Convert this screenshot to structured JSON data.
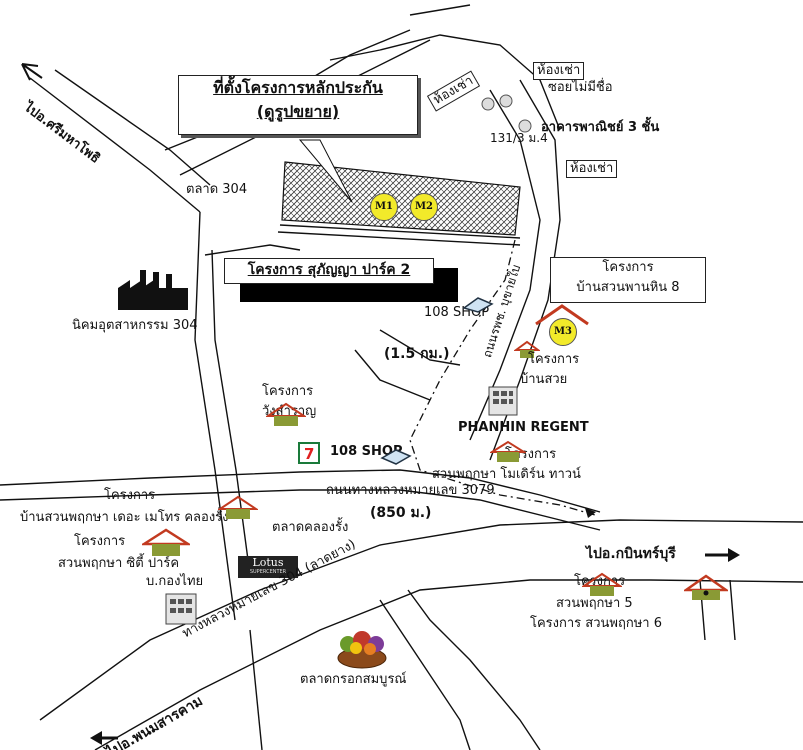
{
  "title_box": {
    "line1": "ที่ตั้งโครงการหลักประกัน",
    "line2": "(ดูรูปขยาย)"
  },
  "markers": {
    "m1": "M1",
    "m2": "M2",
    "m3": "M3"
  },
  "project_name_box": "โครงการ สุภัญญา ปาร์ค 2",
  "project_right_box": {
    "line1": "โครงการ",
    "line2": "บ้านสวนพานหิน 8"
  },
  "labels": {
    "to_sri": "ไปอ.ศรีมหาโพธิ",
    "market_304": "ตลาด 304",
    "industrial": "นิคมอุตสาหกรรม 304",
    "rent1": "ห้องเช่า",
    "rent2": "ห้องเช่า",
    "rent3": "ห้องเช่า",
    "soi_no_name": "ซอยไม่มีชื่อ",
    "commercial": "อาคารพาณิชย์ 3 ชั้น",
    "address": "131/3 ม.4",
    "shop_108_top": "108 SHOP",
    "road_buyai": "ถนนรพช. บุขายใบ",
    "distance_1": "(1.5 กม.)",
    "baan_suay_1": "โครงการ",
    "baan_suay_2": "บ้านสวย",
    "wang_1": "โครงการ",
    "wang_2": "วังสำราญ",
    "phanhin_regent": "PHANHIN REGENT",
    "modern_1": "โครงการ",
    "modern_2": "สวนพฤกษา โมเดิร์น ทาวน์",
    "shop_108_bottom": "108 SHOP",
    "road_3079": "ถนนทางหลวงหมายเลข 3079",
    "distance_2": "(850 ม.)",
    "the_metro_1": "โครงการ",
    "the_metro_2": "บ้านสวนพฤกษา เดอะ เมโทร คลองรั้ง",
    "market_klong": "ตลาดคลองรั้ง",
    "city_park_1": "โครงการ",
    "city_park_2": "สวนพฤกษา ซิตี้ ปาร์ค",
    "to_kabin": "ไปอ.กบินทร์บุรี",
    "lotus": "Lotus",
    "lotus_sub": "SUPERCENTER",
    "krungthai": "บ.กองไทย",
    "road_304": "ทางหลวงหมายเลข 304 (ลาดยาง)",
    "suan5_1": "โครงการ",
    "suan5_2": "สวนพฤกษา 5",
    "suan6": "โครงการ สวนพฤกษา 6",
    "market_fresh": "ตลาดกรอกสมบูรณ์",
    "to_phanom": "ไปอ.พนมสารคาม"
  },
  "colors": {
    "marker_yellow": "#f2ea2a",
    "house_green": "#8a9a35",
    "house_roof": "#c23a20"
  }
}
